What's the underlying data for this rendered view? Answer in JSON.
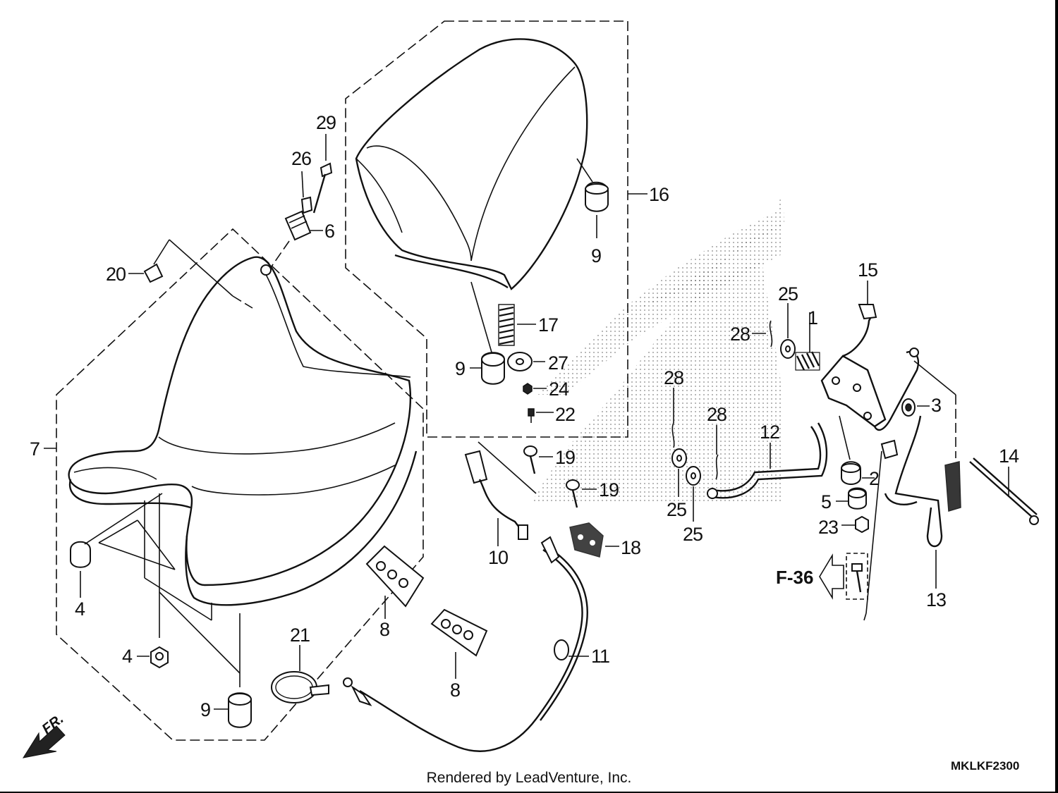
{
  "diagram": {
    "parts": [
      {
        "id": "p1",
        "label": "1"
      },
      {
        "id": "p2",
        "label": "2"
      },
      {
        "id": "p3",
        "label": "3"
      },
      {
        "id": "p4a",
        "label": "4"
      },
      {
        "id": "p4b",
        "label": "4"
      },
      {
        "id": "p5",
        "label": "5"
      },
      {
        "id": "p6",
        "label": "6"
      },
      {
        "id": "p7",
        "label": "7"
      },
      {
        "id": "p8a",
        "label": "8"
      },
      {
        "id": "p8b",
        "label": "8"
      },
      {
        "id": "p9a",
        "label": "9"
      },
      {
        "id": "p9b",
        "label": "9"
      },
      {
        "id": "p9c",
        "label": "9"
      },
      {
        "id": "p10",
        "label": "10"
      },
      {
        "id": "p11",
        "label": "11"
      },
      {
        "id": "p12",
        "label": "12"
      },
      {
        "id": "p13",
        "label": "13"
      },
      {
        "id": "p14",
        "label": "14"
      },
      {
        "id": "p15",
        "label": "15"
      },
      {
        "id": "p16",
        "label": "16"
      },
      {
        "id": "p17",
        "label": "17"
      },
      {
        "id": "p18",
        "label": "18"
      },
      {
        "id": "p19a",
        "label": "19"
      },
      {
        "id": "p19b",
        "label": "19"
      },
      {
        "id": "p20",
        "label": "20"
      },
      {
        "id": "p21",
        "label": "21"
      },
      {
        "id": "p22",
        "label": "22"
      },
      {
        "id": "p23",
        "label": "23"
      },
      {
        "id": "p24",
        "label": "24"
      },
      {
        "id": "p25a",
        "label": "25"
      },
      {
        "id": "p25b",
        "label": "25"
      },
      {
        "id": "p25c",
        "label": "25"
      },
      {
        "id": "p26",
        "label": "26"
      },
      {
        "id": "p27",
        "label": "27"
      },
      {
        "id": "p28a",
        "label": "28"
      },
      {
        "id": "p28b",
        "label": "28"
      },
      {
        "id": "p28c",
        "label": "28"
      },
      {
        "id": "p29",
        "label": "29"
      }
    ],
    "figure_ref": "F-36",
    "direction_label": "FR.",
    "drawing_code": "MKLKF2300",
    "credit": "Rendered by LeadVenture, Inc."
  }
}
